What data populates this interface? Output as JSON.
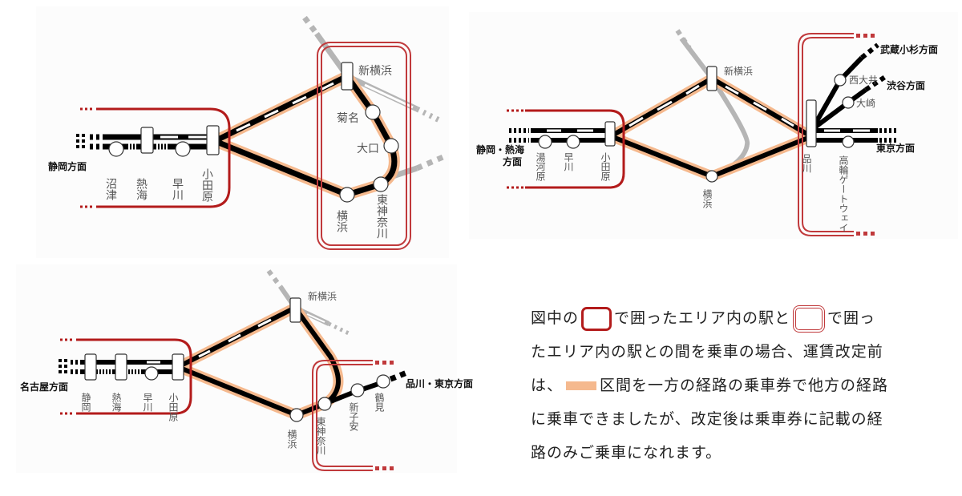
{
  "colors": {
    "single_area_border": "#b31b1b",
    "double_area_border": "#c0393b",
    "route_highlight": "#f5b98e",
    "track": "#000000",
    "other_line": "#b5b5b5",
    "panel_bg": "#fcfcfc"
  },
  "panel1": {
    "direction_label": "静岡方面",
    "stations": {
      "numazu": "沼津",
      "atami": "熱海",
      "hayakawa": "早川",
      "odawara": "小田原",
      "shin_yokohama": "新横浜",
      "kikuna": "菊名",
      "oguchi": "大口",
      "yokohama": "横浜",
      "higashi_kanagawa": "東神奈川"
    }
  },
  "panel2": {
    "direction_label_line1": "静岡・熱海",
    "direction_label_line2": "方面",
    "dir_musashi_kosugi": "武蔵小杉方面",
    "dir_shibuya": "渋谷方面",
    "dir_tokyo": "東京方面",
    "stations": {
      "yugawara": "湯河原",
      "hayakawa": "早川",
      "odawara": "小田原",
      "shin_yokohama": "新横浜",
      "yokohama": "横浜",
      "shinagawa": "品川",
      "nishi_oi": "西大井",
      "osaki": "大崎",
      "takanawa_gateway": "高輪ゲートウェイ"
    }
  },
  "panel3": {
    "direction_label": "名古屋方面",
    "dir_shinagawa_tokyo": "品川・東京方面",
    "stations": {
      "shizuoka": "静岡",
      "atami": "熱海",
      "hayakawa": "早川",
      "odawara": "小田原",
      "shin_yokohama": "新横浜",
      "yokohama": "横浜",
      "higashi_kanagawa": "東神奈川",
      "koyasu": "新子安",
      "tsurumi": "鶴見"
    }
  },
  "explanation": {
    "l1_a": "図中の",
    "l1_b": "で囲ったエリア内の駅と",
    "l1_c": "で囲っ",
    "l2": "たエリア内の駅との間を乗車の場合、運賃改定前",
    "l3_a": "は、",
    "l3_b": "区間を一方の経路の乗車券で他方の経路",
    "l4": "に乗車できましたが、改定後は乗車券に記載の経",
    "l5": "路のみご乗車になれます。"
  }
}
